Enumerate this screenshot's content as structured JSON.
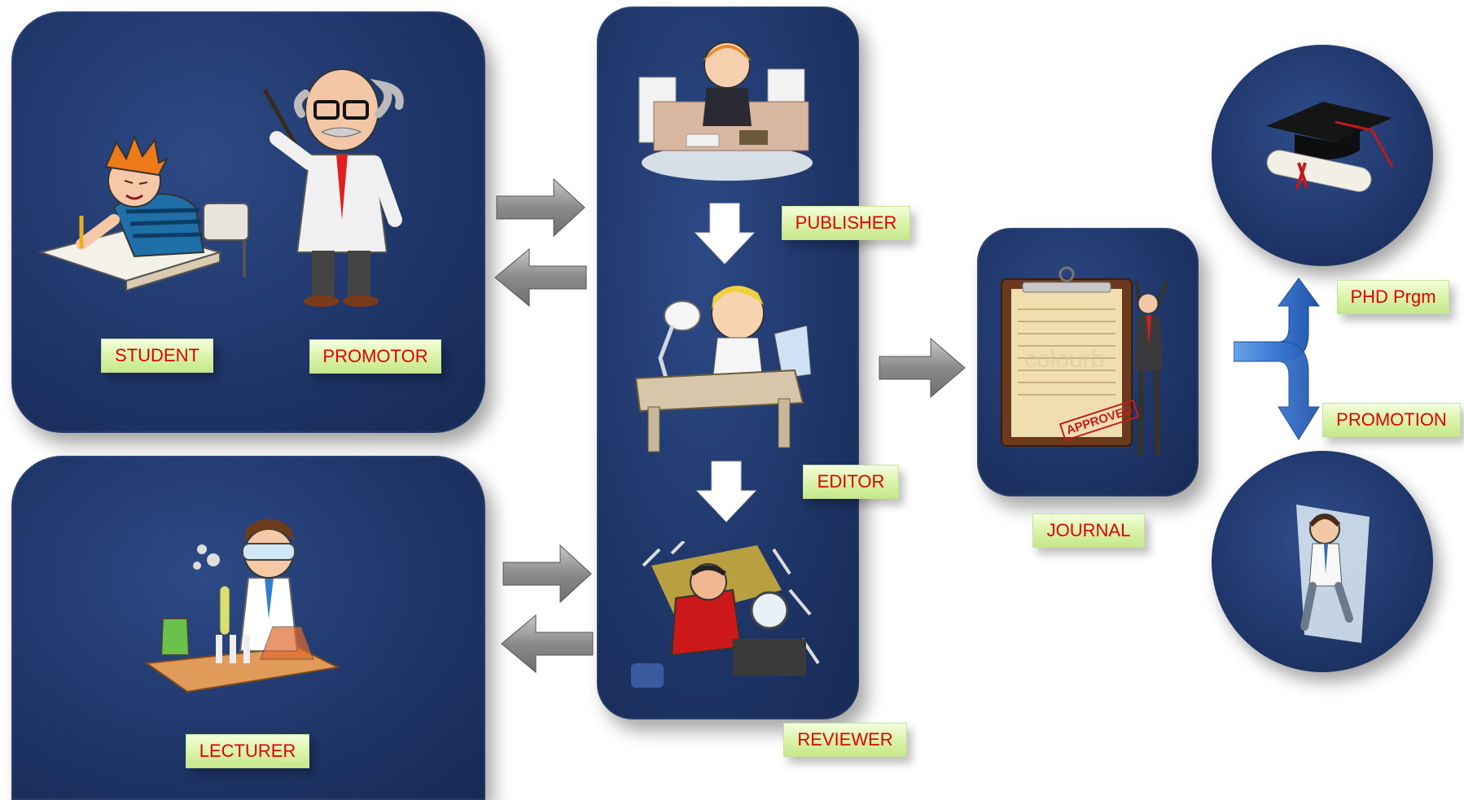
{
  "labels": {
    "student": "STUDENT",
    "promotor": "PROMOTOR",
    "lecturer": "LECTURER",
    "publisher": "PUBLISHER",
    "editor": "EDITOR",
    "reviewer": "REVIEWER",
    "journal": "JOURNAL",
    "phd": "PHD Prgm",
    "promotion": "PROMOTION"
  },
  "clipboard_stamp": "APPROVED",
  "watermark": "colourb",
  "colors": {
    "panel": "#1f3669",
    "label_bg": "#d9f2a8",
    "label_text": "#e00000",
    "gray_arrow": "#8a8a8a",
    "blue_arrow": "#3a78d4"
  },
  "icons": [
    "student-figure",
    "professor-figure",
    "scientist-figure",
    "publisher-figure",
    "editor-figure",
    "reviewer-figure",
    "clipboard-figure",
    "graduation-cap-icon",
    "businessman-figure"
  ]
}
